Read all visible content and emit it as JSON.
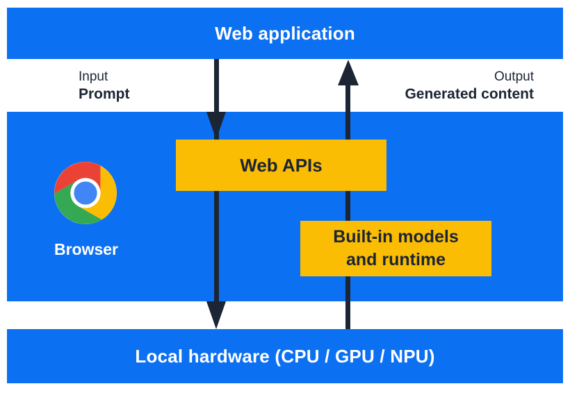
{
  "colors": {
    "blue": "#0C70F2",
    "yellow": "#FBBC04",
    "dark": "#1B2533",
    "chrome_red": "#EA4335",
    "chrome_green": "#34A853",
    "chrome_yellow": "#FBBC04",
    "chrome_blue": "#4285F4"
  },
  "layers": {
    "web_application": "Web application",
    "local_hardware": "Local hardware (CPU / GPU / NPU)"
  },
  "io": {
    "input_caption": "Input",
    "input_value": "Prompt",
    "output_caption": "Output",
    "output_value": "Generated content"
  },
  "browser": {
    "label": "Browser",
    "icon": "chrome-icon"
  },
  "boxes": {
    "web_apis": "Web APIs",
    "builtin_line1": "Built-in models",
    "builtin_line2": "and runtime"
  }
}
